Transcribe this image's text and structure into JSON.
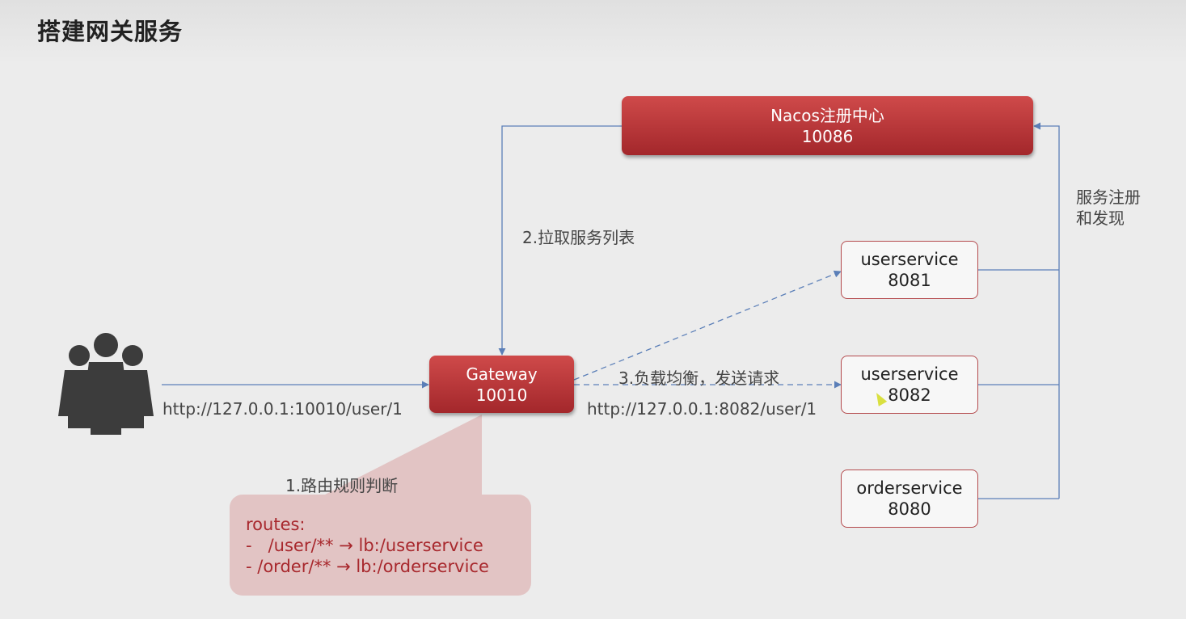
{
  "page": {
    "title": "搭建网关服务"
  },
  "nacos": {
    "name": "Nacos注册中心",
    "port": "10086"
  },
  "gateway": {
    "name": "Gateway",
    "port": "10010"
  },
  "services": [
    {
      "name": "userservice",
      "port": "8081"
    },
    {
      "name": "userservice",
      "port": "8082"
    },
    {
      "name": "orderservice",
      "port": "8080"
    }
  ],
  "labels": {
    "pull_list": "2.拉取服务列表",
    "register_line1": "服务注册",
    "register_line2": "和发现",
    "client_url": "http://127.0.0.1:10010/user/1",
    "load_balance": "3.负载均衡，发送请求",
    "service_url": "http://127.0.0.1:8082/user/1",
    "route_judge": "1.路由规则判断"
  },
  "routes": {
    "header": "routes:",
    "rule1": "-   /user/** → lb:/userservice",
    "rule2": "- /order/** → lb:/orderservice"
  },
  "colors": {
    "line": "#5b7fb8",
    "box_red": "#b83236",
    "bubble": "#e2c4c4",
    "route_text": "#a8282d"
  },
  "icons": {
    "users": "users-group-icon",
    "cursor": "mouse-cursor-icon"
  }
}
